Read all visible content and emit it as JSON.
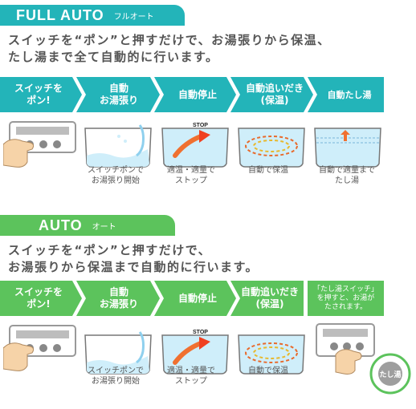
{
  "full_auto": {
    "title": "FULL AUTO",
    "subtitle": "フルオート",
    "description": [
      "スイッチを“ポン”と押すだけで、お湯張りから保温、",
      "たし湯まで全て自動的に行います。"
    ],
    "steps": [
      "スイッチを\nポン!",
      "自動\nお湯張り",
      "自動停止",
      "自動追いだき\n(保温)",
      "自動たし湯"
    ],
    "captions": [
      "",
      "スイッチポンで\nお湯張り開始",
      "適温・適量で\nストップ",
      "自動で保温",
      "自動で適量まで\nたし湯"
    ],
    "stop_label": "STOP"
  },
  "auto": {
    "title": "AUTO",
    "subtitle": "オート",
    "description": [
      "スイッチを“ポン”と押すだけで、",
      "お湯張りから保温まで自動的に行います。"
    ],
    "steps": [
      "スイッチを\nポン!",
      "自動\nお湯張り",
      "自動停止",
      "自動追いだき\n(保温)",
      "「たし湯スイッチ」\nを押すと、お湯が\nたされます。"
    ],
    "captions": [
      "",
      "スイッチポンで\nお湯張り開始",
      "適温・適量で\nストップ",
      "自動で保温",
      ""
    ],
    "stop_label": "STOP",
    "tashiyu_button": "たし湯"
  },
  "colors": {
    "full_auto_accent": "#23b4b9",
    "auto_accent": "#5cc35c",
    "water": "#cfeefa",
    "panel_gray": "#bdbdbd",
    "hand": "#f6d3a8"
  },
  "icons": [
    "control-panel-icon",
    "hand-pointer-icon",
    "bathtub-filling-icon",
    "bathtub-stop-icon",
    "bathtub-reheat-icon",
    "bathtub-topup-icon",
    "tashiyu-button-icon"
  ]
}
